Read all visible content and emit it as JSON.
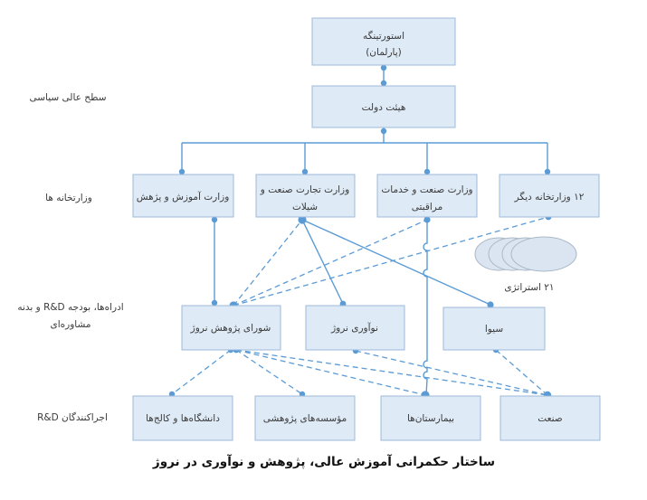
{
  "figure": {
    "caption": "ساختار حکمرانی آموزش عالی، پژوهش و نوآوری در نروژ"
  },
  "row_labels": {
    "political_level": "سطح عالی سیاسی",
    "ministries": "وزارتخانه ها",
    "agencies_line1": "ادراه‌ها، بودجه R&D و بدنه",
    "agencies_line2": "مشاوره‌ای",
    "rd_performers": "اجراکنندگان R&D"
  },
  "nodes": {
    "parliament_line1": "استورتینگه",
    "parliament_line2": "(پارلمان)",
    "cabinet": "هیئت دولت",
    "ministry_education_research": "وزارت آموزش و پژهش",
    "ministry_trade_line1": "وزارت تجارت صنعت و",
    "ministry_trade_line2": "شیلات",
    "ministry_health_line1": "وزارت صنعت و خدمات",
    "ministry_health_line2": "مراقبتی",
    "ministry_other": "۱۲ وزارتخانه دیگر",
    "research_council": "شورای پژوهش نروژ",
    "innovation_norway": "نوآوری نروژ",
    "siva": "سیوا",
    "universities_colleges": "دانشگاه‌ها و کالج‌ها",
    "research_institutes": "مؤسسه‌های پژوهشی",
    "hospitals": "بیمارستان‌ها",
    "industry": "صنعت",
    "strategies": "۲۱ استراتژی"
  },
  "colors": {
    "node_fill": "#deeaf6",
    "node_border": "#9cb9d9",
    "connector": "#5b9bd5",
    "ellipse_fill": "#dbe5f1",
    "ellipse_border": "#aab8c6",
    "text": "#3a3a3a"
  }
}
